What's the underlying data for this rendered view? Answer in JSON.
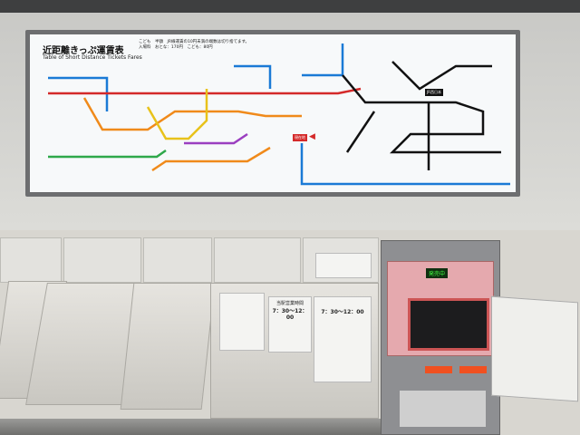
{
  "sign": {
    "title": "近距離きっぷ運賃表",
    "subtitle": "Table of Short Distance Tickets Fares",
    "note_child": "こども　半額　JR線運賃の10円未満の端数は切り捨てます。",
    "note_admission": "入場料　おとな：170円　こども：80円",
    "operator": "JR西日本",
    "current_location": "現在地"
  },
  "notices": {
    "hours_title": "当駅営業時間",
    "hours": "7：30～12：00",
    "hours_2": "7：30～12：00"
  },
  "machine": {
    "status": "発売中"
  }
}
